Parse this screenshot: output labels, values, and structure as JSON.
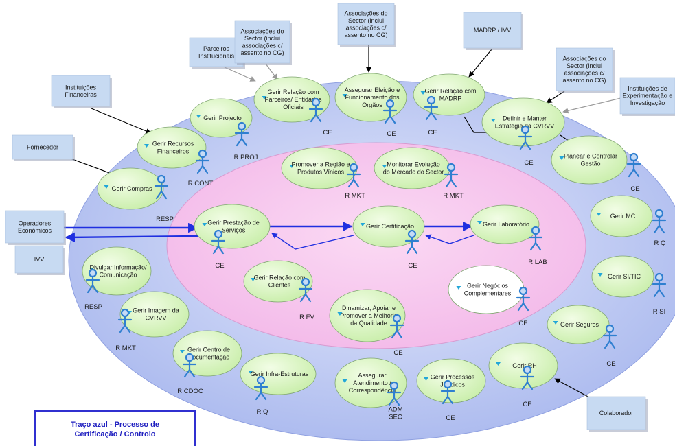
{
  "colors": {
    "outer_ellipse": "#bfc9f2",
    "inner_ellipse": "#f7c8ee",
    "process_fill": "#dcf6bf",
    "process_plain_fill": "#ffffff",
    "actor_box_fill": "#c7daf2",
    "actor_figure": "#2f7fd0",
    "flow_blue": "#1f2fe0",
    "link_black": "#000000",
    "link_gray": "#999999",
    "legend_text": "#2020c0"
  },
  "external_actors": [
    {
      "id": "fornecedor",
      "text": "Fornecedor"
    },
    {
      "id": "inst-fin",
      "text": "Instituições\nFinanceiras"
    },
    {
      "id": "parceiros",
      "text": "Parceiros\nInstitucionais"
    },
    {
      "id": "assoc1",
      "text": "Associações do\nSector (inclui\nassociações c/\nassento no CG)"
    },
    {
      "id": "assoc2",
      "text": "Associações do\nSector (inclui\nassociações c/\nassento no CG)"
    },
    {
      "id": "madrp",
      "text": "MADRP / IVV"
    },
    {
      "id": "assoc3",
      "text": "Associações do\nSector (inclui\nassociações c/\nassento no CG)"
    },
    {
      "id": "inst-exp",
      "text": "Instituições de\nExperimentação e\nInvestigação"
    },
    {
      "id": "operadores",
      "text": "Operadores\nEconómicos"
    },
    {
      "id": "ivv",
      "text": "IVV"
    },
    {
      "id": "colaborador",
      "text": "Colaborador"
    }
  ],
  "processes": [
    {
      "id": "gerir-compras",
      "text": "Gerir Compras",
      "role": "RESP"
    },
    {
      "id": "gerir-recursos",
      "text": "Gerir Recursos\nFinanceiros",
      "role": "R CONT"
    },
    {
      "id": "gerir-projecto",
      "text": "Gerir Projecto",
      "role": "R PROJ"
    },
    {
      "id": "gerir-relacao-parceiros",
      "text": "Gerir Relação com\nParceiros/ Entidades\nOficiais",
      "role": "CE"
    },
    {
      "id": "assegurar-eleicao",
      "text": "Assegurar Eleição e\nFuncionamento dos\nOrgãos",
      "role": "CE"
    },
    {
      "id": "gerir-relacao-madrp",
      "text": "Gerir Relação com\nMADRP",
      "role": "CE"
    },
    {
      "id": "definir-estrategia",
      "text": "Definir e Manter\nEstratégia da CVRVV",
      "role": "CE"
    },
    {
      "id": "planear-controlar",
      "text": "Planear e Controlar\nGestão",
      "role": "CE"
    },
    {
      "id": "gerir-mc",
      "text": "Gerir MC",
      "role": "R Q"
    },
    {
      "id": "gerir-si-tic",
      "text": "Gerir SI/TIC",
      "role": "R SI"
    },
    {
      "id": "gerir-seguros",
      "text": "Gerir Seguros",
      "role": "CE"
    },
    {
      "id": "gerir-rh",
      "text": "Gerir RH",
      "role": "CE"
    },
    {
      "id": "gerir-processos-juridicos",
      "text": "Gerir Processos\nJurídicos",
      "role": "CE"
    },
    {
      "id": "assegurar-atendimento",
      "text": "Assegurar\nAtendimento /\nCorrespondência",
      "role": "ADM\nSEC"
    },
    {
      "id": "gerir-infra",
      "text": "Gerir Infra-Estruturas",
      "role": "R Q"
    },
    {
      "id": "gerir-centro-doc",
      "text": "Gerir Centro de\nDocumentação",
      "role": "R CDOC"
    },
    {
      "id": "gerir-imagem",
      "text": "Gerir Imagem da\nCVRVV",
      "role": "R MKT"
    },
    {
      "id": "divulgar-info",
      "text": "Divulgar Informação/\nComunicação",
      "role": "RESP"
    },
    {
      "id": "promover-regiao",
      "text": "Promover a Região e\nProdutos Vínicos",
      "role": "R MKT"
    },
    {
      "id": "monitorar-evolucao",
      "text": "Monitorar Evolução\ndo Mercado do Sector",
      "role": "R MKT"
    },
    {
      "id": "gerir-prestacao",
      "text": "Gerir Prestação de\nServiços",
      "role": "CE"
    },
    {
      "id": "gerir-certificacao",
      "text": "Gerir Certificação",
      "role": "CE"
    },
    {
      "id": "gerir-laboratorio",
      "text": "Gerir Laboratório",
      "role": "R LAB"
    },
    {
      "id": "gerir-relacao-clientes",
      "text": "Gerir Relação com\nClientes",
      "role": "R FV"
    },
    {
      "id": "dinamizar-qualidade",
      "text": "Dinamizar, Apoiar e\nPromover a Melhoria\nda Qualidade",
      "role": "CE"
    },
    {
      "id": "gerir-negocios",
      "text": "Gerir Negócios\nComplementares",
      "role": "CE"
    }
  ],
  "legend": {
    "text": "Traço azul - Processo de\nCertificação / Controlo"
  }
}
